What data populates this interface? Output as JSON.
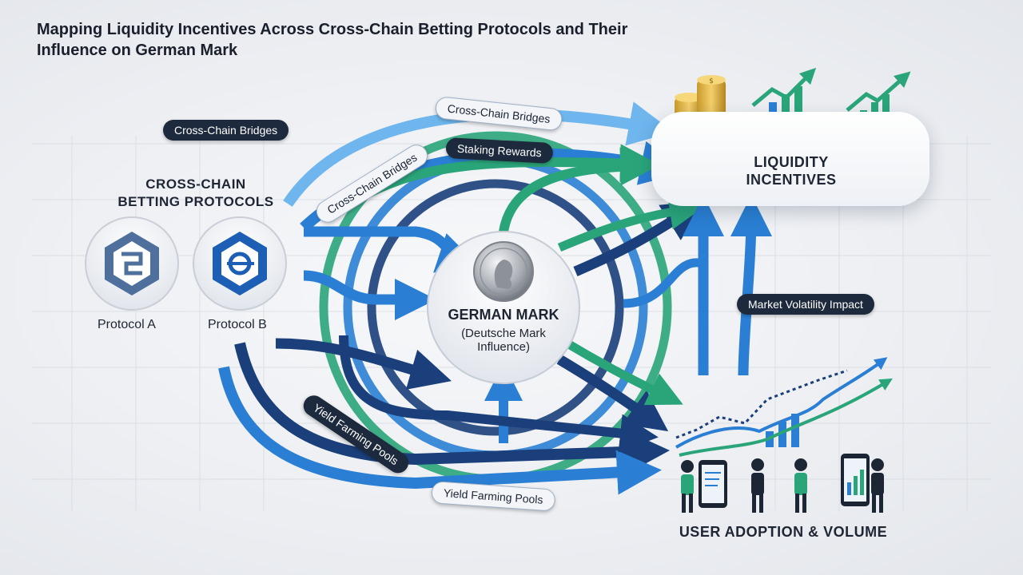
{
  "title": "Mapping Liquidity Incentives Across Cross-Chain Betting Protocols and Their Influence on German Mark",
  "labels": {
    "bridges_left": "Cross-Chain Bridges",
    "bridges_top": "Cross-Chain Bridges",
    "bridges_diag": "Cross-Chain Bridges",
    "staking": "Staking Rewards",
    "volatility": "Market Volatility Impact",
    "yield_diag": "Yield Farming Pools",
    "yield_bottom": "Yield Farming Pools"
  },
  "protocols": {
    "heading_line1": "CROSS-CHAIN",
    "heading_line2": "BETTING PROTOCOLS",
    "a": "Protocol A",
    "b": "Protocol B"
  },
  "center": {
    "title": "GERMAN MARK",
    "subtitle_line1": "(Deutsche Mark",
    "subtitle_line2": "Influence)"
  },
  "liquidity": {
    "line1": "LIQUIDITY",
    "line2": "INCENTIVES"
  },
  "adoption": {
    "label": "USER ADOPTION & VOLUME"
  },
  "colors": {
    "blue": "#2a7fd4",
    "navy": "#1a3f7a",
    "green": "#2aa57a",
    "light_blue": "#6fb6ee",
    "dark_pill": "#1d2a3d"
  },
  "icons": [
    "protocol-a-icon",
    "protocol-b-icon",
    "german-mark-coin-icon",
    "coin-stack-icon",
    "growth-chart-icon",
    "badge-icon",
    "adoption-chart-icon",
    "people-icon",
    "smartphone-icon"
  ]
}
